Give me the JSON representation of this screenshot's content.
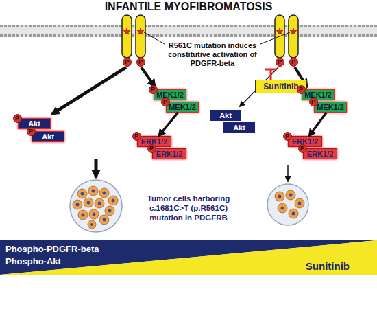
{
  "diagram": {
    "title": "INFANTILE MYOFIBROMATOSIS",
    "nodes": [
      {
        "text": [
          "Sunitinib"
        ]
      },
      {
        "text": [
          "MEK1/2"
        ]
      },
      {
        "text": [
          "MEK1/2"
        ]
      },
      {
        "text": [
          "MEK1/2"
        ]
      },
      {
        "text": [
          "MEK1/2"
        ]
      },
      {
        "text": [
          "Akt"
        ]
      },
      {
        "text": [
          "Akt"
        ]
      },
      {
        "text": [
          "Akt"
        ]
      },
      {
        "text": [
          "Akt"
        ]
      },
      {
        "text": [
          "ERK1/2"
        ]
      },
      {
        "text": [
          "ERK1/2"
        ]
      },
      {
        "text": [
          "ERK1/2"
        ]
      },
      {
        "text": [
          "ERK1/2"
        ]
      },
      {
        "text": [
          "Phospho-PDGFR-beta",
          "Phospho-Akt"
        ]
      },
      {
        "text": [
          "Sunitinib"
        ]
      }
    ],
    "edges": [
      {
        "from": 2,
        "to": 9,
        "arrow": "to"
      },
      {
        "from": 4,
        "to": 11,
        "arrow": "to"
      }
    ],
    "labels": [
      "R561C mutation induces constitutive activation of PDGFR-beta",
      "Tumor cells harboring c.1681C>T (p.R561C) mutation in PDGFRB",
      "P",
      "P",
      "P",
      "P",
      "P",
      "P",
      "P",
      "P",
      "P",
      "P",
      "P",
      "P",
      "P",
      "P"
    ]
  }
}
